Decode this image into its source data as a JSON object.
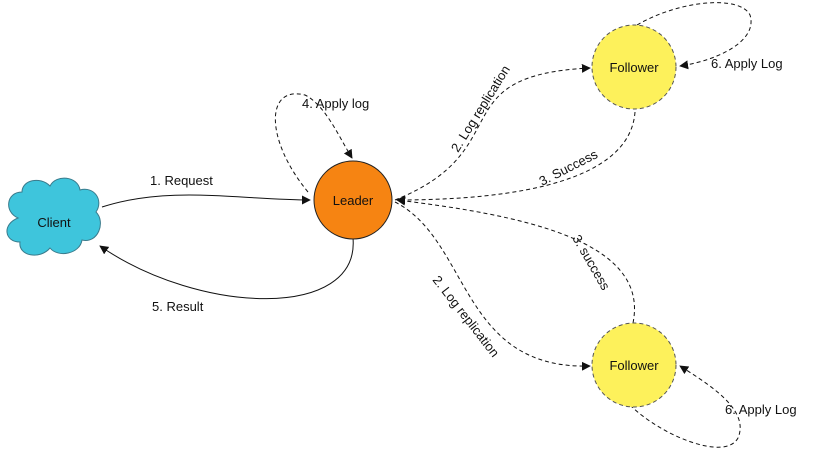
{
  "nodes": {
    "client": {
      "label": "Client",
      "fill": "#3ec5dc",
      "stroke": "#3a7b8c"
    },
    "leader": {
      "label": "Leader",
      "fill": "#f68412",
      "stroke": "#222222"
    },
    "follower_top": {
      "label": "Follower",
      "fill": "#fdf15b",
      "stroke": "#555555"
    },
    "follower_bottom": {
      "label": "Follower",
      "fill": "#fdf15b",
      "stroke": "#555555"
    }
  },
  "edges": {
    "request": "1. Request",
    "result": "5. Result",
    "leader_apply": "4. Apply log",
    "replicate_top": "2. Log replication",
    "success_top": "3. Success",
    "follower_top_apply": "6. Apply Log",
    "replicate_bottom": "2. Log replication",
    "success_bottom": "3. success",
    "follower_bottom_apply": "6. Apply Log"
  }
}
